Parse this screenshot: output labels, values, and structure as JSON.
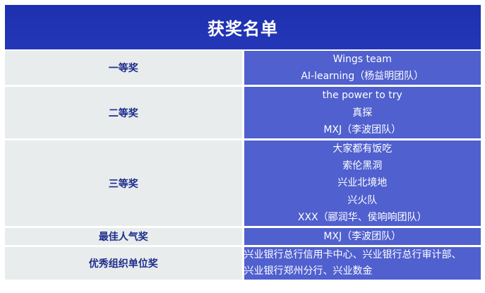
{
  "title": "获奖名单",
  "rows": [
    {
      "category": "一等奖",
      "winners": [
        "Wings team",
        "AI-learning（杨益明团队）"
      ]
    },
    {
      "category": "二等奖",
      "winners": [
        "the power to try",
        "真探",
        "MXJ（李波团队）"
      ]
    },
    {
      "category": "三等奖",
      "winners": [
        "大家都有饭吃",
        "索伦黑洞",
        "兴业北境地",
        "兴火队",
        "XXX（郦润华、侯响响团队）"
      ]
    },
    {
      "category": "最佳人气奖",
      "winners": [
        "MXJ（李波团队）"
      ]
    },
    {
      "category": "优秀组织单位奖",
      "winners": [
        "兴业银行总行信用卡中心、兴业银行总行审计部、",
        "兴业银行郑州分行、兴业数金"
      ]
    }
  ],
  "colors": {
    "header_bg": "#1d30ae",
    "category_bg": "#e8ecec",
    "category_text": "#1d2c8c",
    "winner_bg": "#5060ce",
    "winner_text": "#ffffff"
  }
}
